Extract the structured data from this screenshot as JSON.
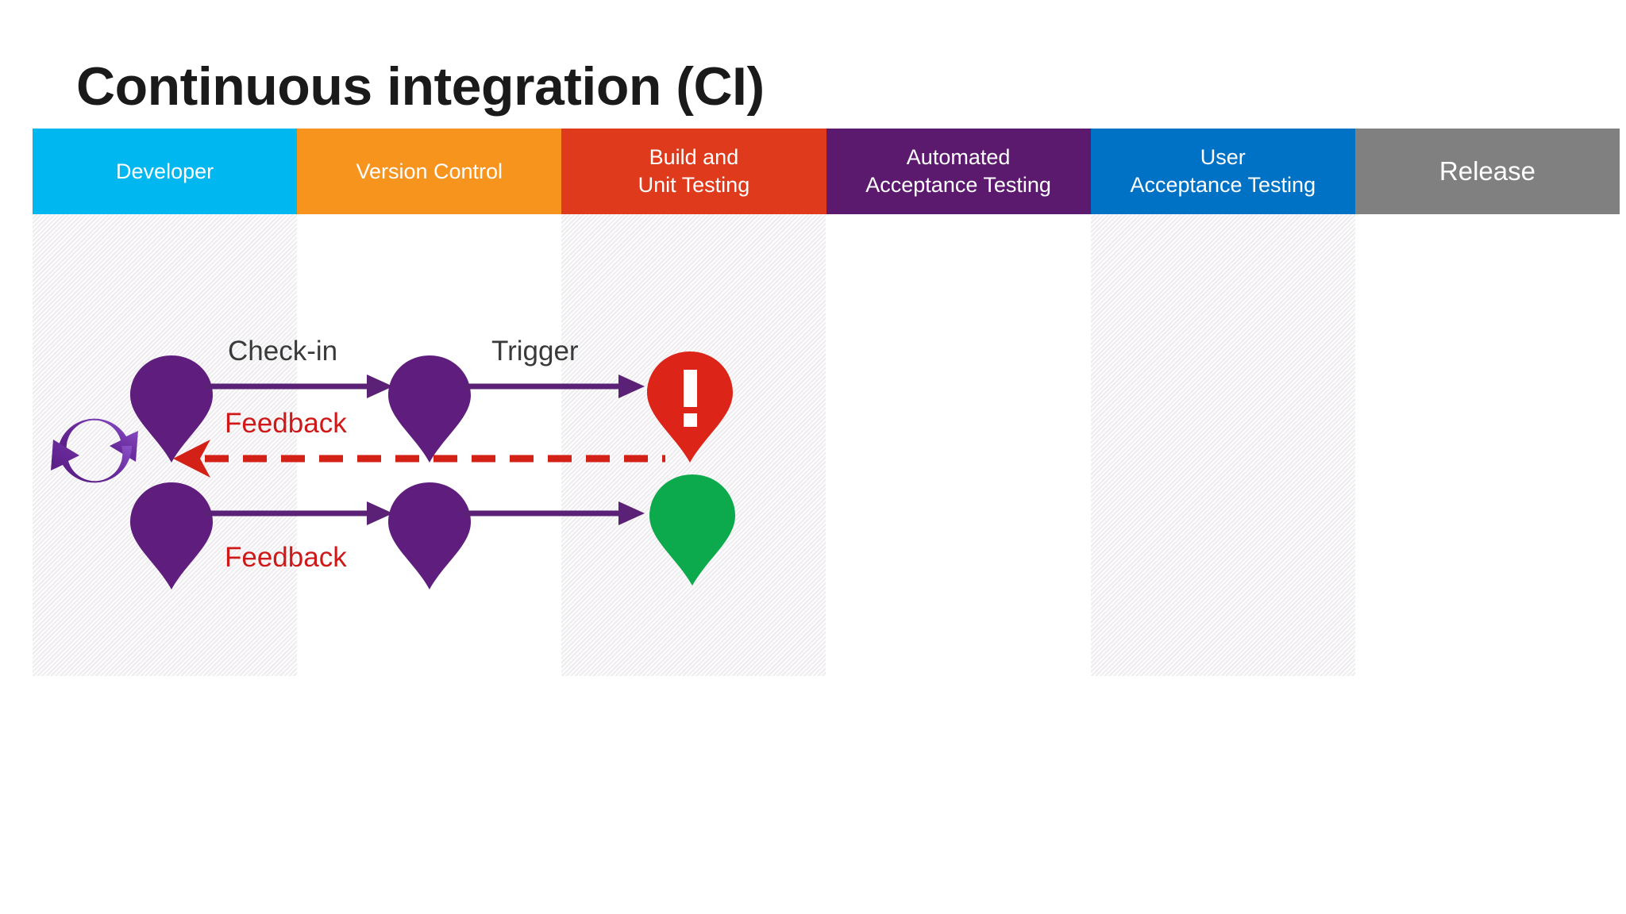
{
  "slide": {
    "title": "Continuous integration (CI)"
  },
  "lanes": [
    {
      "id": "developer",
      "label_lines": [
        "Developer"
      ],
      "color": "#00B7F0",
      "tinted": true,
      "big": false
    },
    {
      "id": "version-control",
      "label_lines": [
        "Version Control"
      ],
      "color": "#F7941D",
      "tinted": false,
      "big": false
    },
    {
      "id": "build-unit-testing",
      "label_lines": [
        "Build and",
        "Unit Testing"
      ],
      "color": "#DF3A1C",
      "tinted": true,
      "big": false
    },
    {
      "id": "automated-acceptance",
      "label_lines": [
        "Automated",
        "Acceptance Testing"
      ],
      "color": "#5C1A6E",
      "tinted": false,
      "big": false
    },
    {
      "id": "user-acceptance",
      "label_lines": [
        "User",
        "Acceptance Testing"
      ],
      "color": "#0072C6",
      "tinted": true,
      "big": false
    },
    {
      "id": "release",
      "label_lines": [
        "Release"
      ],
      "color": "#808080",
      "tinted": false,
      "big": true
    }
  ],
  "flow": {
    "labels": {
      "checkin": "Check-in",
      "trigger": "Trigger",
      "feedback_top": "Feedback",
      "feedback_bottom": "Feedback"
    },
    "nodes": {
      "loop_icon": "refresh-loop-icon",
      "developer_pin_top": "developer-pin",
      "developer_pin_bottom": "developer-pin",
      "version_pin_top": "version-control-pin",
      "version_pin_bottom": "version-control-pin",
      "build_failed_pin": "build-failed-pin",
      "build_passed_pin": "build-passed-pin"
    },
    "failed_marker": "!"
  },
  "colors": {
    "pin_purple": "#5F1E7D",
    "pin_failed_red": "#DC2418",
    "pin_passed_green": "#0CAA4C",
    "arrow_purple": "#5B2177",
    "feedback_red": "#D32117",
    "loop_purple_dark": "#53187A",
    "loop_purple_light": "#8A4FC4",
    "label_neutral": "#3A3A3A",
    "label_alert": "#CF1919",
    "lane_tint": "#F2F0F3",
    "title": "#1A1A1A"
  }
}
